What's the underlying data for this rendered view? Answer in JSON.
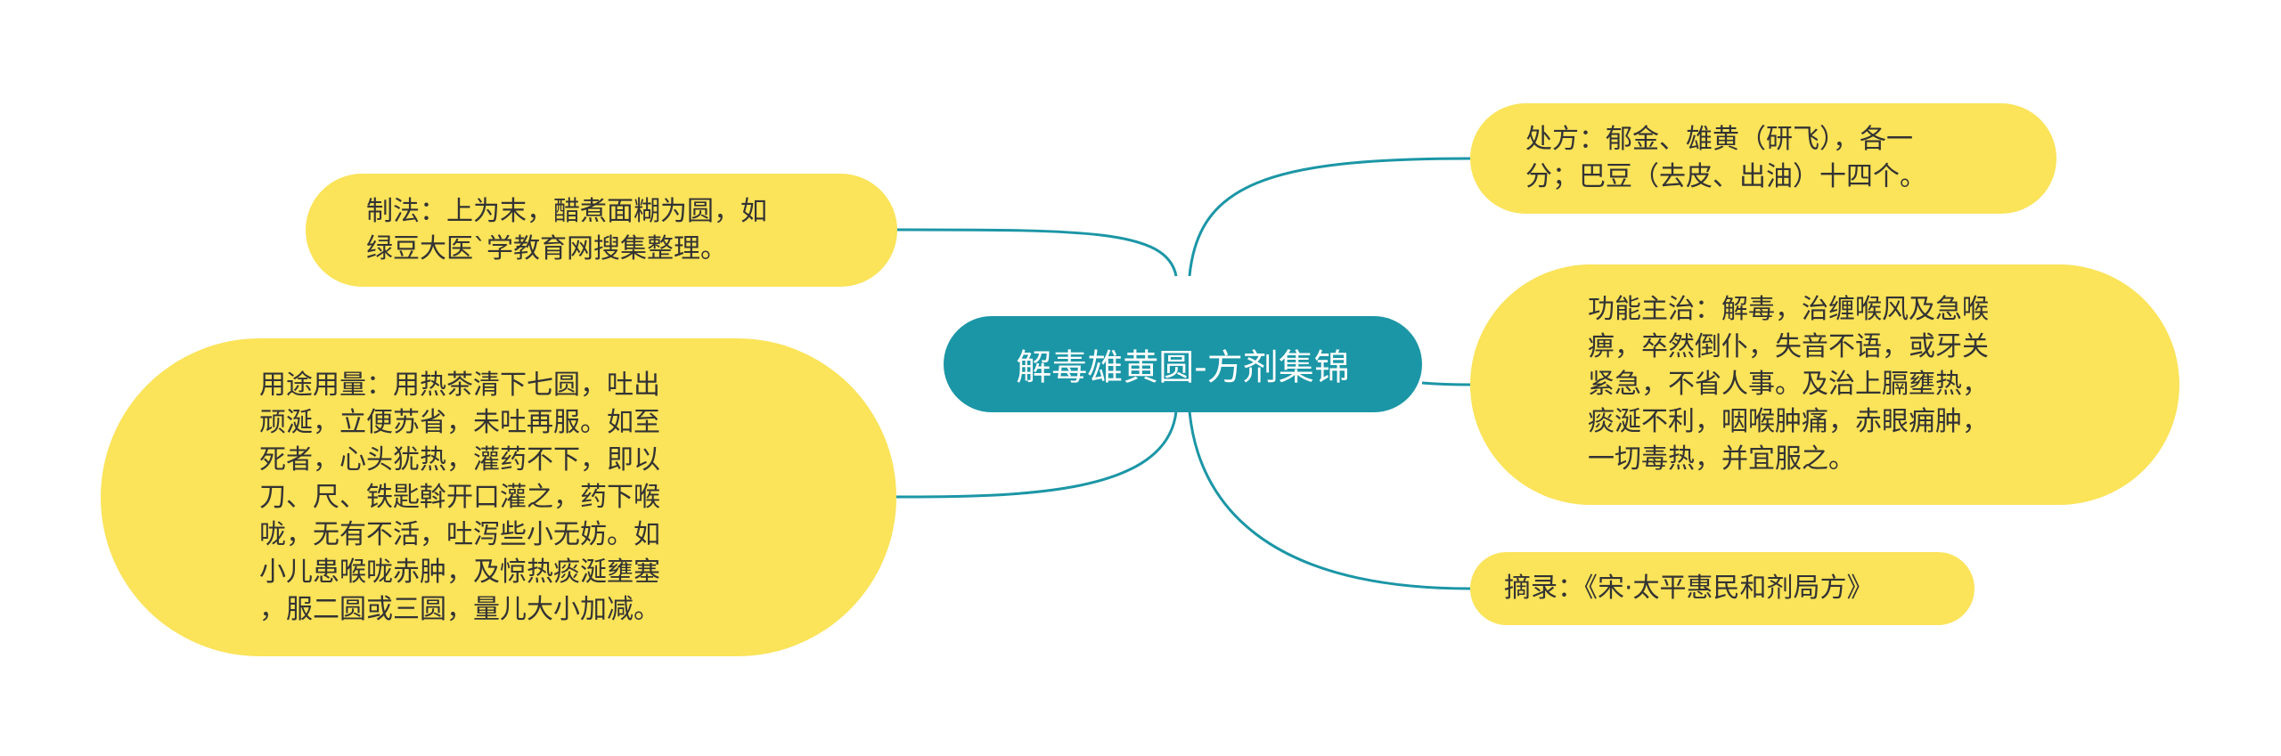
{
  "mindmap": {
    "central": "解毒雄黄圆-方剂集锦",
    "branches": {
      "zhifa": "制法：上为末，醋煮面糊为圆，如\n绿豆大医`学教育网搜集整理。",
      "yongtu": "用途用量：用热茶清下七圆，吐出\n顽涎，立便苏省，未吐再服。如至\n死者，心头犹热，灌药不下，即以\n刀、尺、铁匙斡开口灌之，药下喉\n咙，无有不活，吐泻些小无妨。如\n小儿患喉咙赤肿，及惊热痰涎壅塞\n，服二圆或三圆，量儿大小加减。",
      "chufang": "处方：郁金、雄黄（研飞），各一\n分；巴豆（去皮、出油）十四个。",
      "gongneng": "功能主治：解毒，治缠喉风及急喉\n痹，卒然倒仆，失音不语，或牙关\n紧急，不省人事。及治上膈壅热，\n痰涎不利，咽喉肿痛，赤眼痈肿，\n一切毒热，并宜服之。",
      "zhailu": "摘录：《宋·太平惠民和剂局方》"
    }
  },
  "colors": {
    "central_fill": "#1b96a6",
    "branch_fill": "#fbe35a",
    "connector": "#1b96a6",
    "text": "#333333"
  }
}
